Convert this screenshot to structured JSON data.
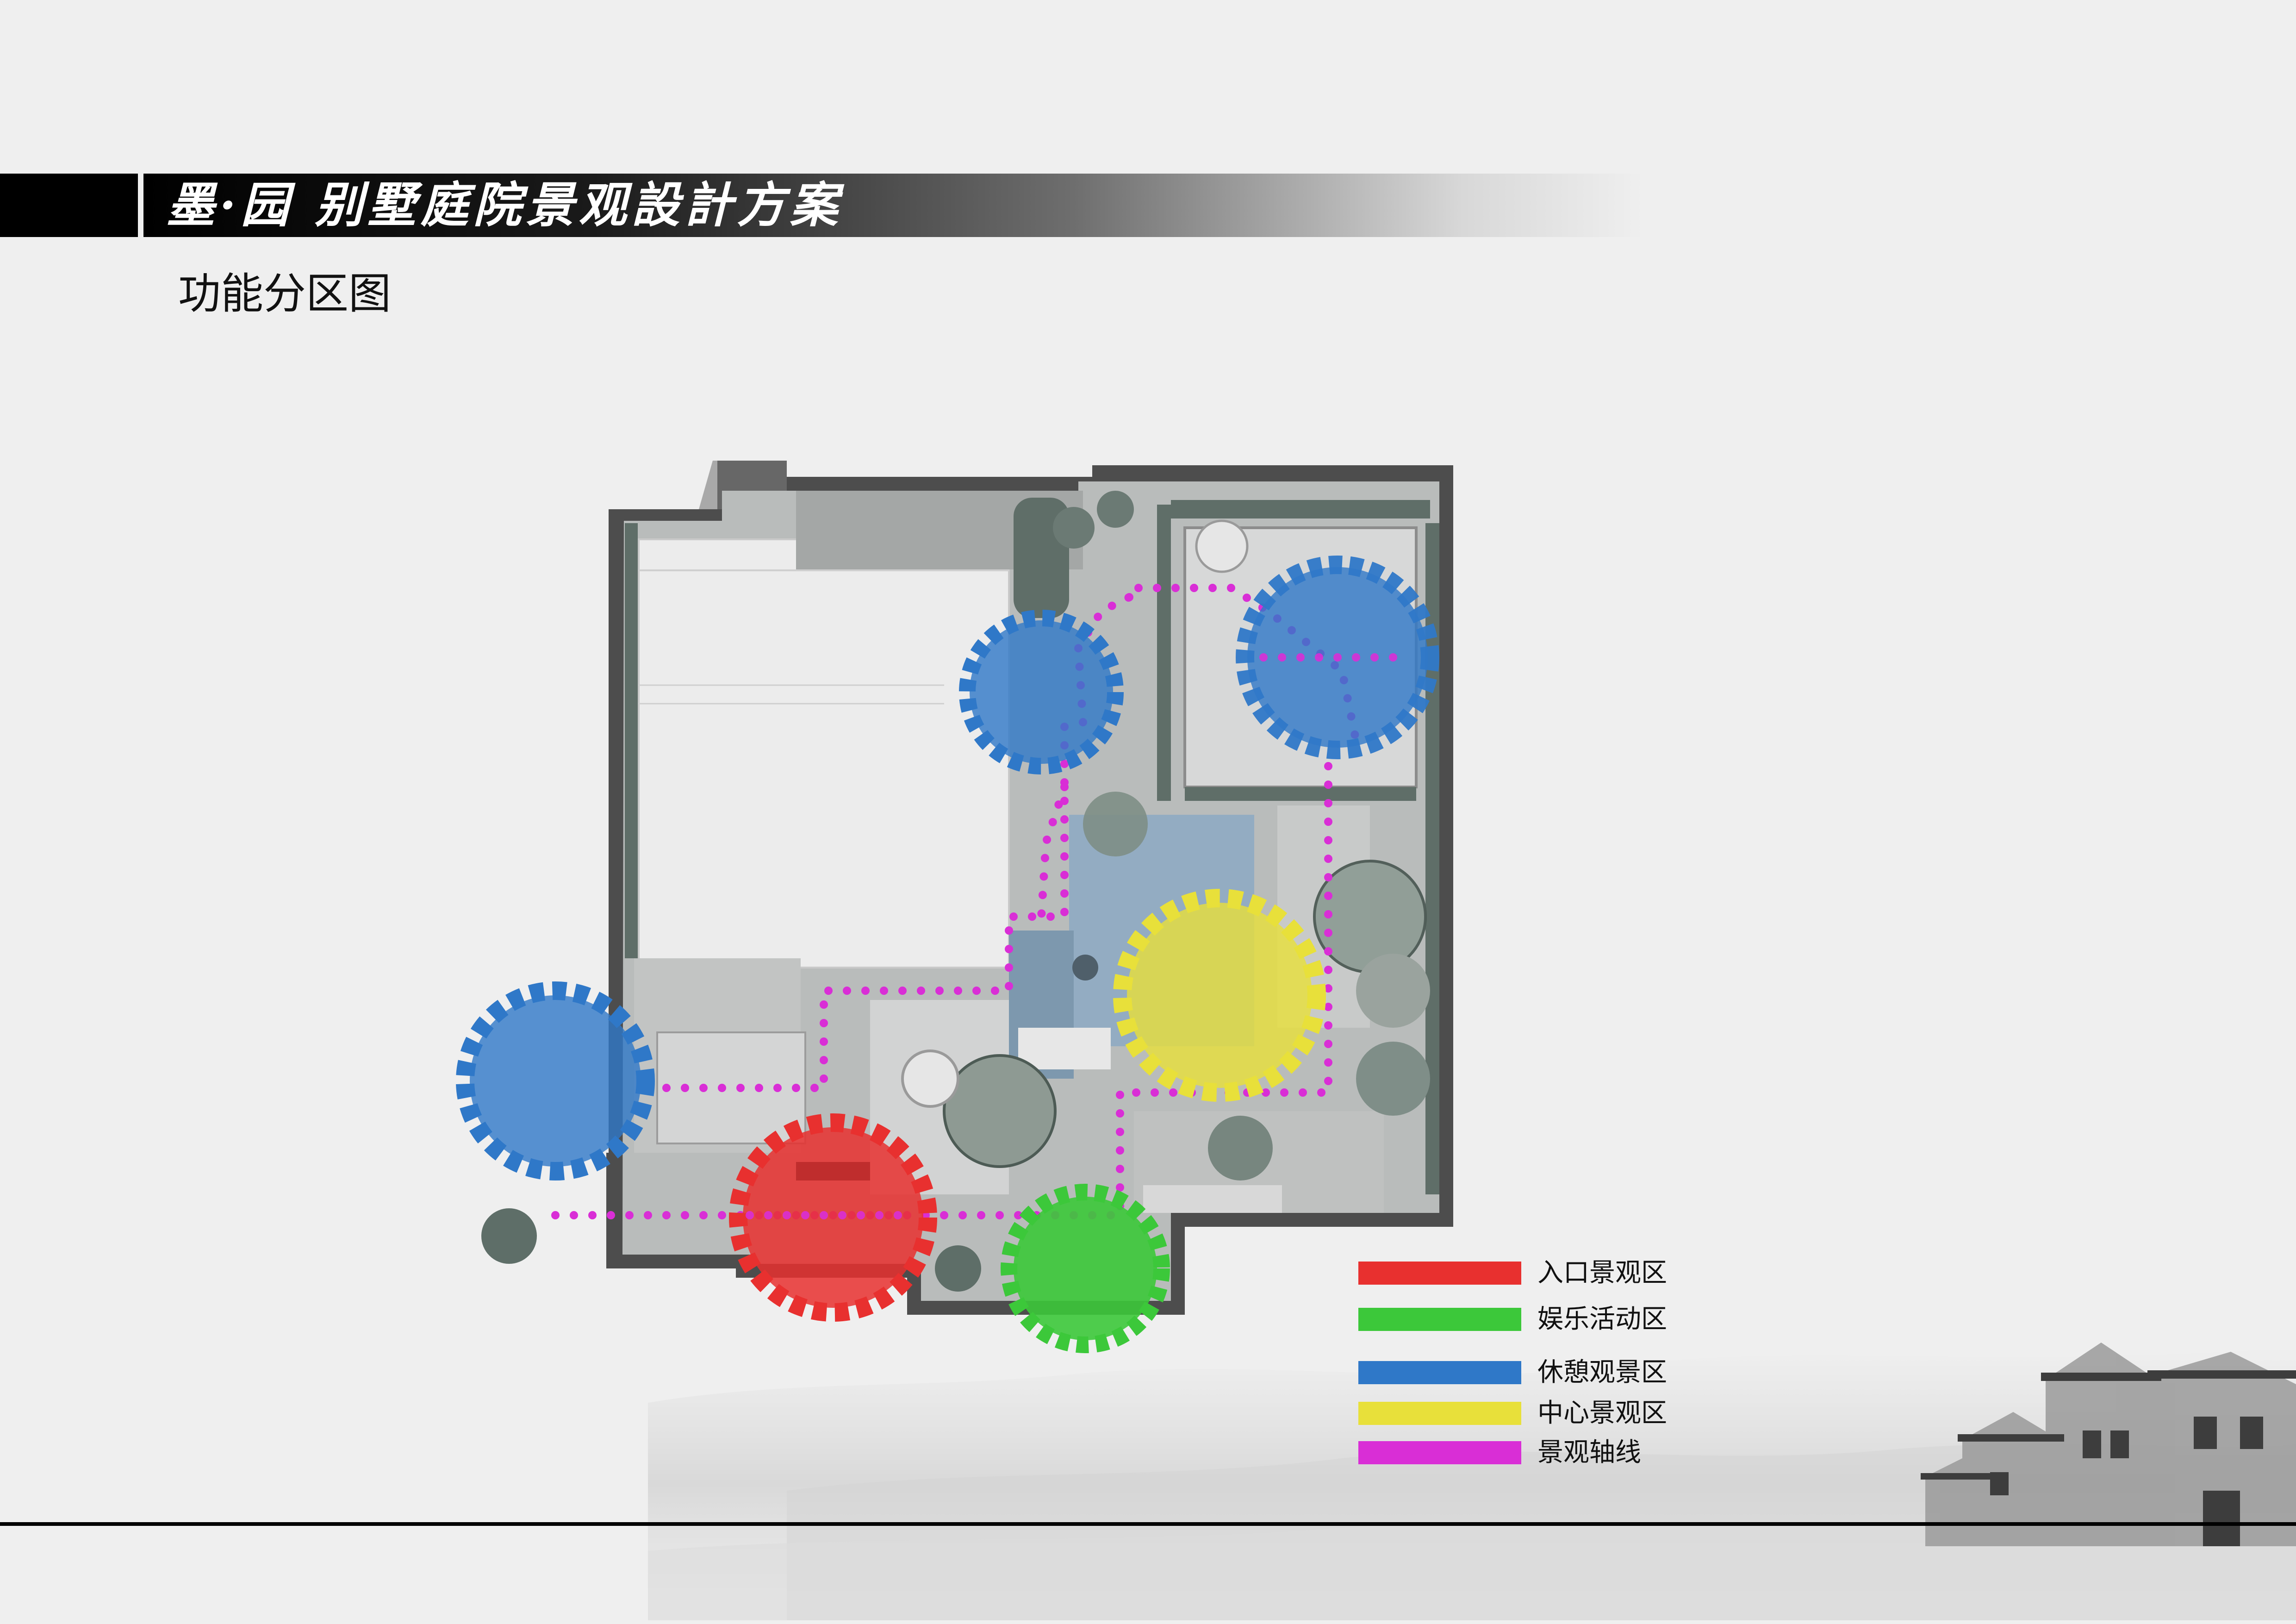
{
  "header": {
    "title": "墨·园 别墅庭院景观設計方案"
  },
  "page": {
    "subtitle": "功能分区图"
  },
  "colors": {
    "entrance": "#e8302f",
    "entertainment": "#3cc83a",
    "rest": "#2f78c8",
    "center": "#e8e03a",
    "axis": "#d92ed6",
    "wall": "#5a5a5a",
    "paving": "#cfd2d1",
    "water": "#93acc2",
    "plant": "#7e8e86"
  },
  "legend": [
    {
      "label": "入口景观区",
      "color": "#e8302f"
    },
    {
      "label": "娱乐活动区",
      "color": "#3cc83a"
    },
    {
      "label": "休憩观景区",
      "color": "#2f78c8"
    },
    {
      "label": "中心景观区",
      "color": "#e8e03a"
    },
    {
      "label": "景观轴线",
      "color": "#d92ed6"
    }
  ]
}
